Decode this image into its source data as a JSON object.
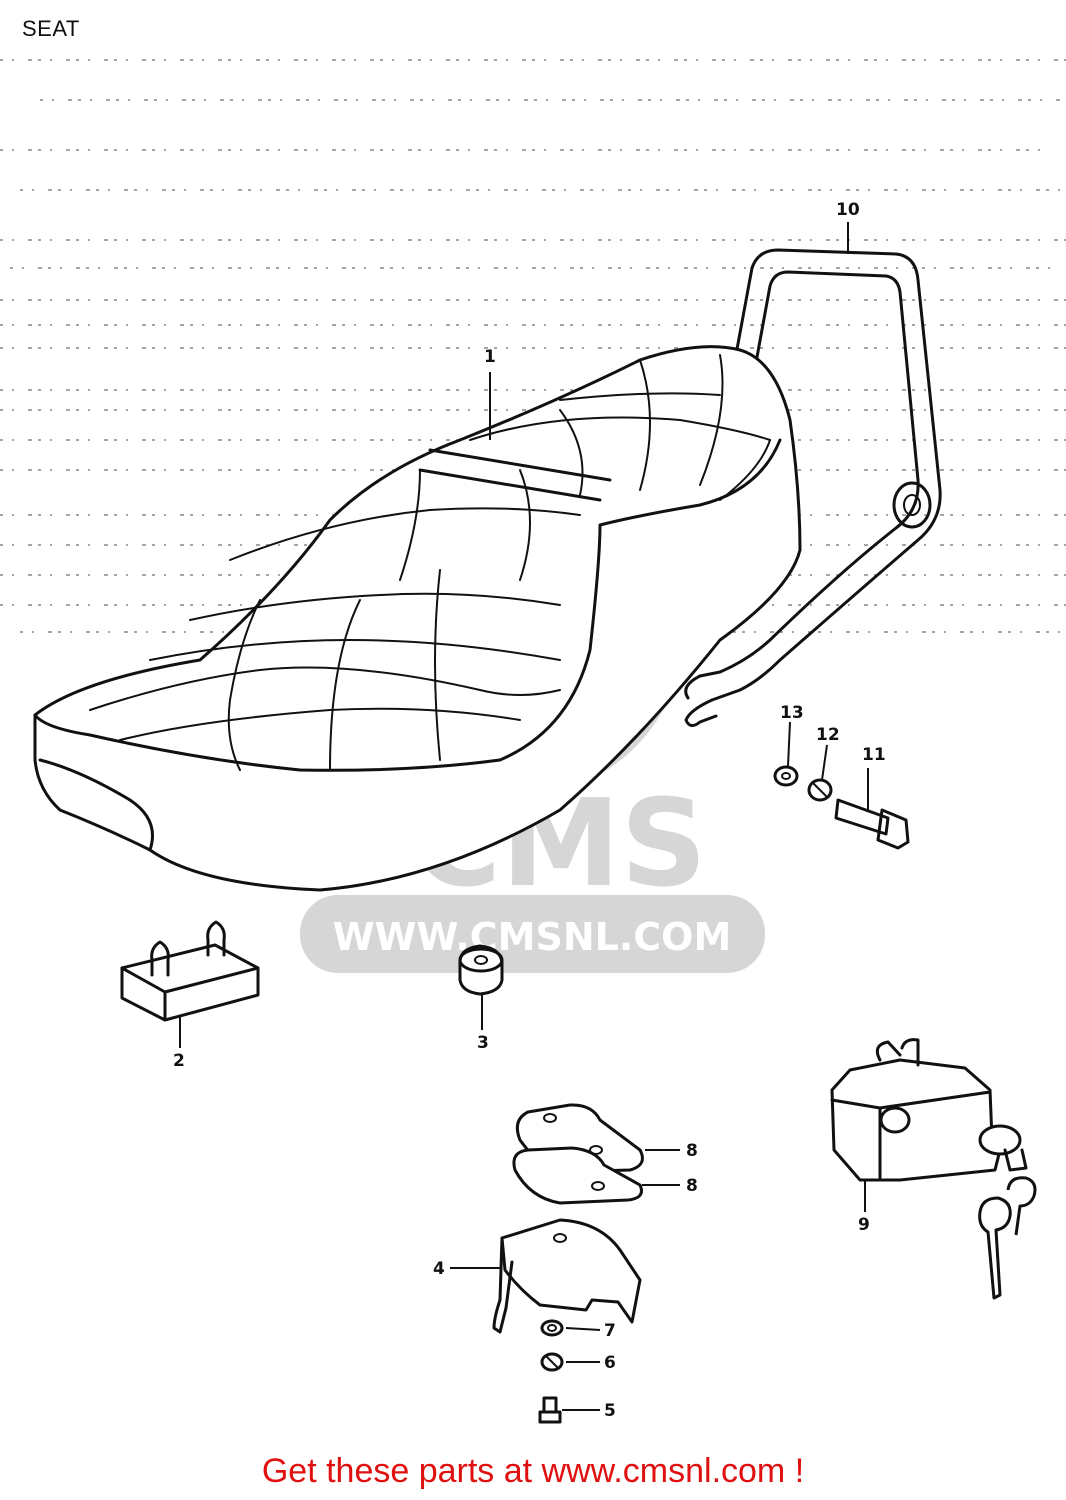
{
  "title": "SEAT",
  "watermark": {
    "brand": "CMS",
    "url": "WWW.CMSNL.COM",
    "color": "#d6d6d6"
  },
  "parts": [
    {
      "label": "1",
      "name": "seat"
    },
    {
      "label": "2",
      "name": "rubber-mount-block"
    },
    {
      "label": "3",
      "name": "cushion"
    },
    {
      "label": "4",
      "name": "bracket"
    },
    {
      "label": "5",
      "name": "bolt"
    },
    {
      "label": "6",
      "name": "washer"
    },
    {
      "label": "7",
      "name": "washer"
    },
    {
      "label": "8",
      "name": "plate-upper"
    },
    {
      "label": "8",
      "name": "plate-lower"
    },
    {
      "label": "9",
      "name": "seat-lock"
    },
    {
      "label": "10",
      "name": "grab-rail"
    },
    {
      "label": "11",
      "name": "bolt"
    },
    {
      "label": "12",
      "name": "lock-washer"
    },
    {
      "label": "13",
      "name": "washer"
    }
  ],
  "footer": {
    "text": "Get these parts at www.cmsnl.com !",
    "color": "#e01010"
  },
  "colors": {
    "line": "#111111",
    "background": "#ffffff"
  }
}
